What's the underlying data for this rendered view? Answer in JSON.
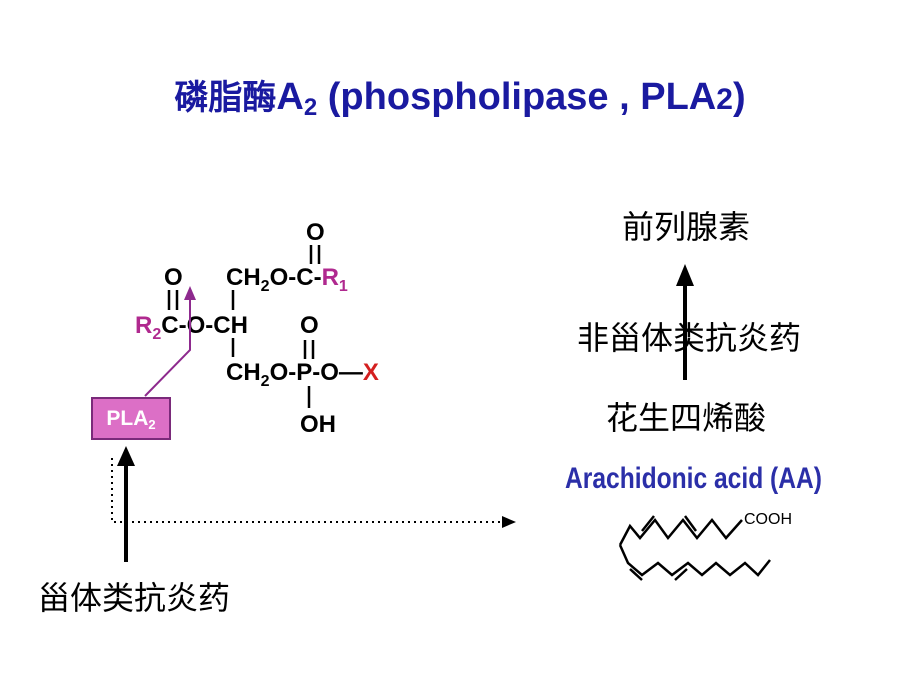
{
  "title": {
    "cn": "磷脂酶",
    "a": "A",
    "sub": "2",
    "en": " (phospholipase , PLA",
    "two": "2",
    "close": ")"
  },
  "molecule": {
    "o_top": "O",
    "o_left": "O",
    "o_phos": "O",
    "row1": "CH2O-C-R1",
    "row2": "R2C-O-CH",
    "row3": "CH2O-P-O—X",
    "oh": "OH",
    "r_color": "#b0298f",
    "x_color": "#d42020"
  },
  "enzyme": {
    "label": "PLA",
    "sub": "2"
  },
  "left_label": "甾体类抗炎药",
  "right": {
    "prostaglandin": "前列腺素",
    "nsaid": "非甾体类抗炎药",
    "aa_cn": "花生四烯酸",
    "aa_en": "Arachidonic acid (AA)",
    "cooh": "COOH"
  },
  "colors": {
    "title": "#1a1aa0",
    "pink": "#dc6fc6",
    "purple_arrow": "#8e2a8e",
    "aa_blue": "#2b2fa8"
  }
}
